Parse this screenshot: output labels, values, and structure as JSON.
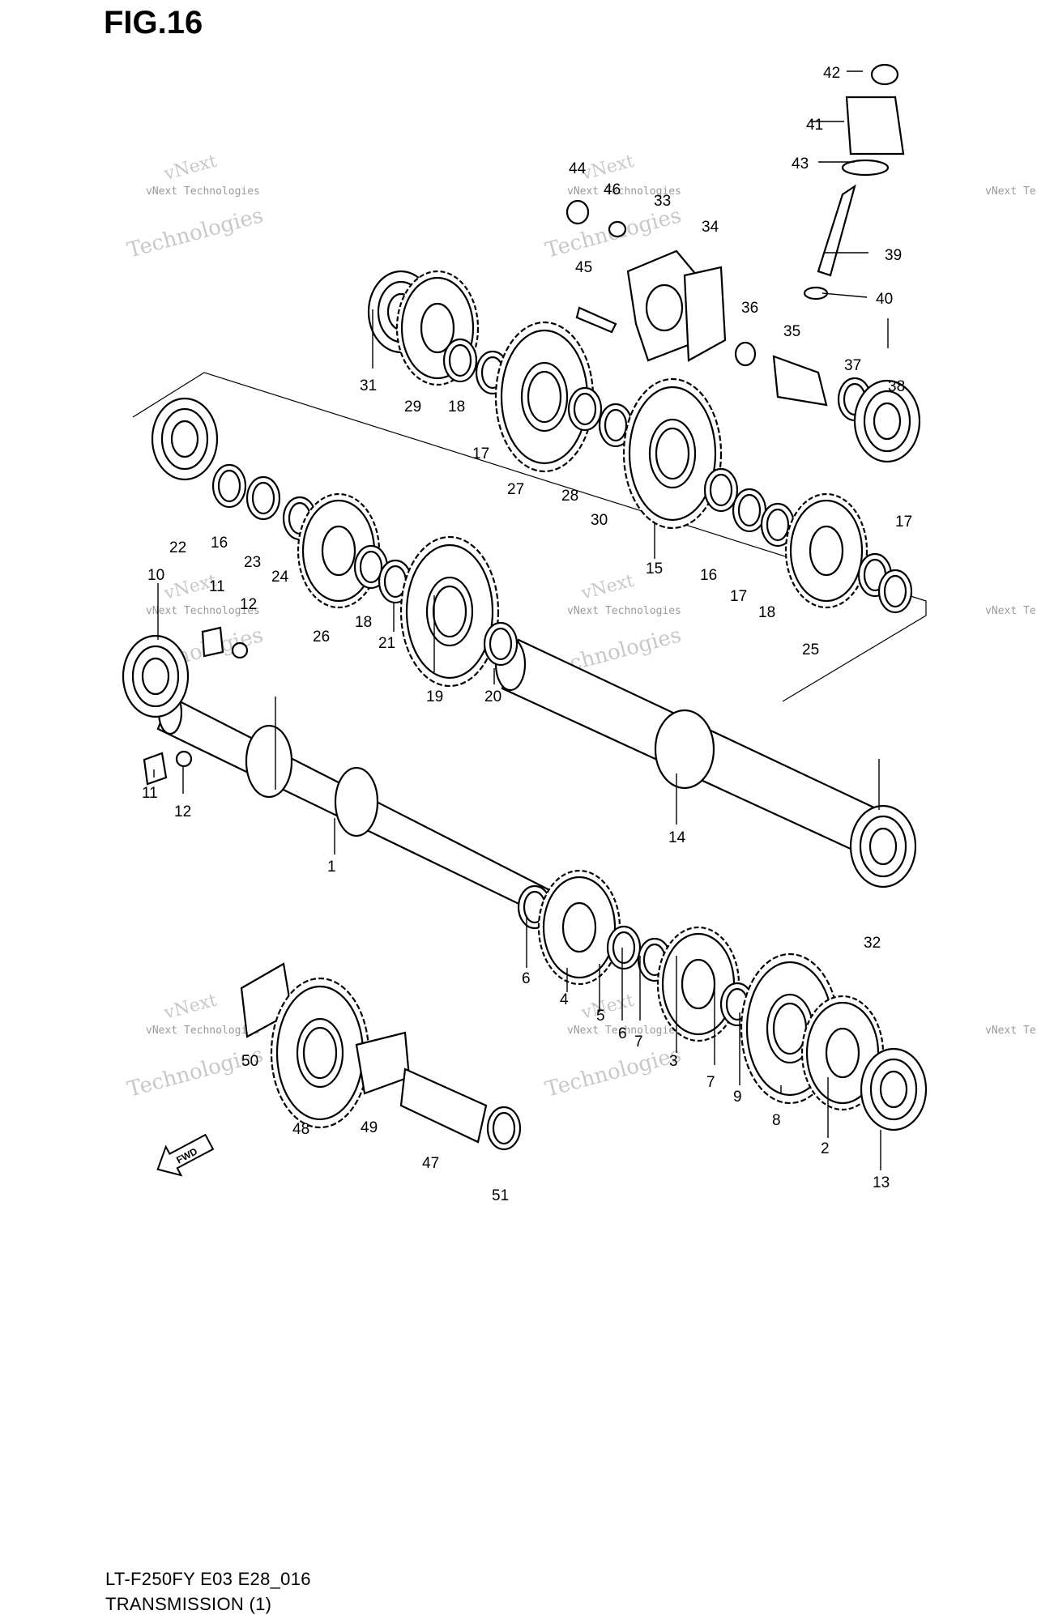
{
  "figure": {
    "title": "FIG.16"
  },
  "caption": {
    "model_code": "LT-F250FY E03 E28_016",
    "section_name": "TRANSMISSION (1)"
  },
  "watermark": {
    "line1": "vNext",
    "line2": "vNext Technologies",
    "line3": "Technologies"
  },
  "fwd_label": "FWD",
  "callouts": [
    "1",
    "2",
    "3",
    "4",
    "5",
    "6",
    "6",
    "7",
    "7",
    "8",
    "9",
    "10",
    "11",
    "11",
    "12",
    "12",
    "13",
    "14",
    "15",
    "16",
    "16",
    "17",
    "17",
    "17",
    "18",
    "18",
    "18",
    "19",
    "20",
    "21",
    "22",
    "23",
    "24",
    "25",
    "26",
    "27",
    "28",
    "29",
    "30",
    "31",
    "32",
    "33",
    "34",
    "35",
    "36",
    "37",
    "38",
    "39",
    "40",
    "41",
    "42",
    "43",
    "44",
    "45",
    "46",
    "47",
    "48",
    "49",
    "50",
    "51"
  ]
}
